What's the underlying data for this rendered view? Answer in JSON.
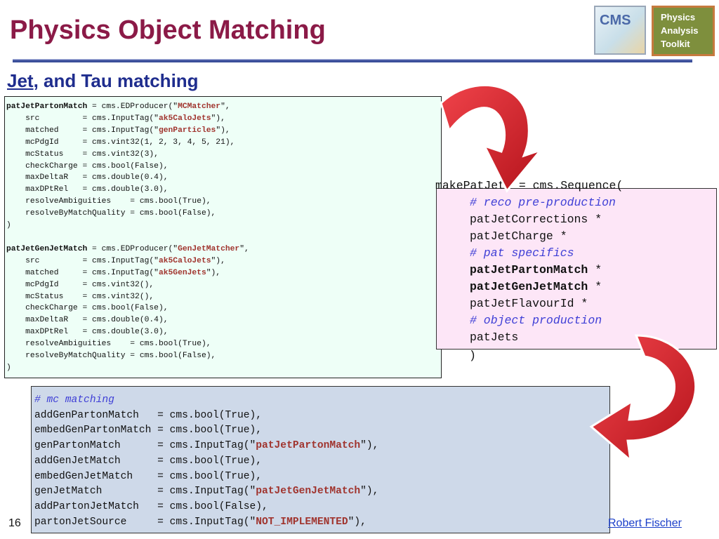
{
  "header": {
    "title": "Physics Object Matching",
    "subtitle_link": "Jet",
    "subtitle_rest": ", and Tau matching"
  },
  "logos": {
    "cms_text": "CMS",
    "pat_lines": [
      "Physics",
      "Analysis",
      "Toolkit"
    ]
  },
  "parton_block": {
    "name": "patJetPartonMatch",
    "lines": [
      {
        "label": "src        ",
        "pre": " = cms.InputTag(\"",
        "str": "ak5CaloJets",
        "post": "\"),"
      },
      {
        "label": "matched    ",
        "pre": " = cms.InputTag(\"",
        "str": "genParticles",
        "post": "\"),"
      },
      {
        "label": "mcPdgId    ",
        "pre": " = cms.vint32(1, 2, 3, 4, 5, 21),",
        "str": "",
        "post": ""
      },
      {
        "label": "mcStatus   ",
        "pre": " = cms.vint32(3),",
        "str": "",
        "post": ""
      },
      {
        "label": "checkCharge",
        "pre": " = cms.bool(False),",
        "str": "",
        "post": ""
      },
      {
        "label": "maxDeltaR  ",
        "pre": " = cms.double(0.4),",
        "str": "",
        "post": ""
      },
      {
        "label": "maxDPtRel  ",
        "pre": " = cms.double(3.0),",
        "str": "",
        "post": ""
      },
      {
        "label": "resolveAmbiguities   ",
        "pre": " = cms.bool(True),",
        "str": "",
        "post": ""
      },
      {
        "label": "resolveByMatchQuality",
        "pre": " = cms.bool(False),",
        "str": "",
        "post": ""
      }
    ],
    "producer_pre": " = cms.EDProducer(\"",
    "producer_str": "MCMatcher",
    "producer_post": "\",",
    "close": ")"
  },
  "genjet_block": {
    "name": "patJetGenJetMatch",
    "lines": [
      {
        "label": "src        ",
        "pre": " = cms.InputTag(\"",
        "str": "ak5CaloJets",
        "post": "\"),"
      },
      {
        "label": "matched    ",
        "pre": " = cms.InputTag(\"",
        "str": "ak5GenJets",
        "post": "\"),"
      },
      {
        "label": "mcPdgId    ",
        "pre": " = cms.vint32(),",
        "str": "",
        "post": ""
      },
      {
        "label": "mcStatus   ",
        "pre": " = cms.vint32(),",
        "str": "",
        "post": ""
      },
      {
        "label": "checkCharge",
        "pre": " = cms.bool(False),",
        "str": "",
        "post": ""
      },
      {
        "label": "maxDeltaR  ",
        "pre": " = cms.double(0.4),",
        "str": "",
        "post": ""
      },
      {
        "label": "maxDPtRel  ",
        "pre": " = cms.double(3.0),",
        "str": "",
        "post": ""
      },
      {
        "label": "resolveAmbiguities   ",
        "pre": " = cms.bool(True),",
        "str": "",
        "post": ""
      },
      {
        "label": "resolveByMatchQuality",
        "pre": " = cms.bool(False),",
        "str": "",
        "post": ""
      }
    ],
    "producer_pre": " = cms.EDProducer(\"",
    "producer_str": "GenJetMatcher",
    "producer_post": "\",",
    "close": ")"
  },
  "sequence": {
    "head": "makePatJets = cms.Sequence(",
    "comment1": "# reco pre-production",
    "l1": "patJetCorrections *",
    "l2": "patJetCharge *",
    "comment2": "# pat specifics",
    "l3_bold": "patJetPartonMatch",
    "l3_rest": " *",
    "l4_bold": "patJetGenJetMatch",
    "l4_rest": " *",
    "l5": "patJetFlavourId *",
    "comment3": "# object production",
    "l6": "patJets",
    "close": ")"
  },
  "mc_block": {
    "comment": "# mc matching",
    "lines": [
      {
        "pre": "addGenPartonMatch   = cms.bool(True),",
        "str": "",
        "post": ""
      },
      {
        "pre": "embedGenPartonMatch = cms.bool(True),",
        "str": "",
        "post": ""
      },
      {
        "pre": "genPartonMatch      = cms.InputTag(\"",
        "str": "patJetPartonMatch",
        "post": "\"),"
      },
      {
        "pre": "addGenJetMatch      = cms.bool(True),",
        "str": "",
        "post": ""
      },
      {
        "pre": "embedGenJetMatch    = cms.bool(True),",
        "str": "",
        "post": ""
      },
      {
        "pre": "genJetMatch         = cms.InputTag(\"",
        "str": "patJetGenJetMatch",
        "post": "\"),"
      },
      {
        "pre": "addPartonJetMatch   = cms.bool(False),",
        "str": "",
        "post": ""
      },
      {
        "pre": "partonJetSource     = cms.InputTag(\"",
        "str": "NOT_IMPLEMENTED",
        "post": "\"),"
      }
    ]
  },
  "footer": {
    "page_number": "16",
    "author": "Robert Fischer"
  },
  "colors": {
    "title": "#8b1a47",
    "subtitle": "#1f2d8e",
    "arrow": "#d0222a",
    "string": "#a0342e",
    "comment": "#3e3ed6"
  }
}
